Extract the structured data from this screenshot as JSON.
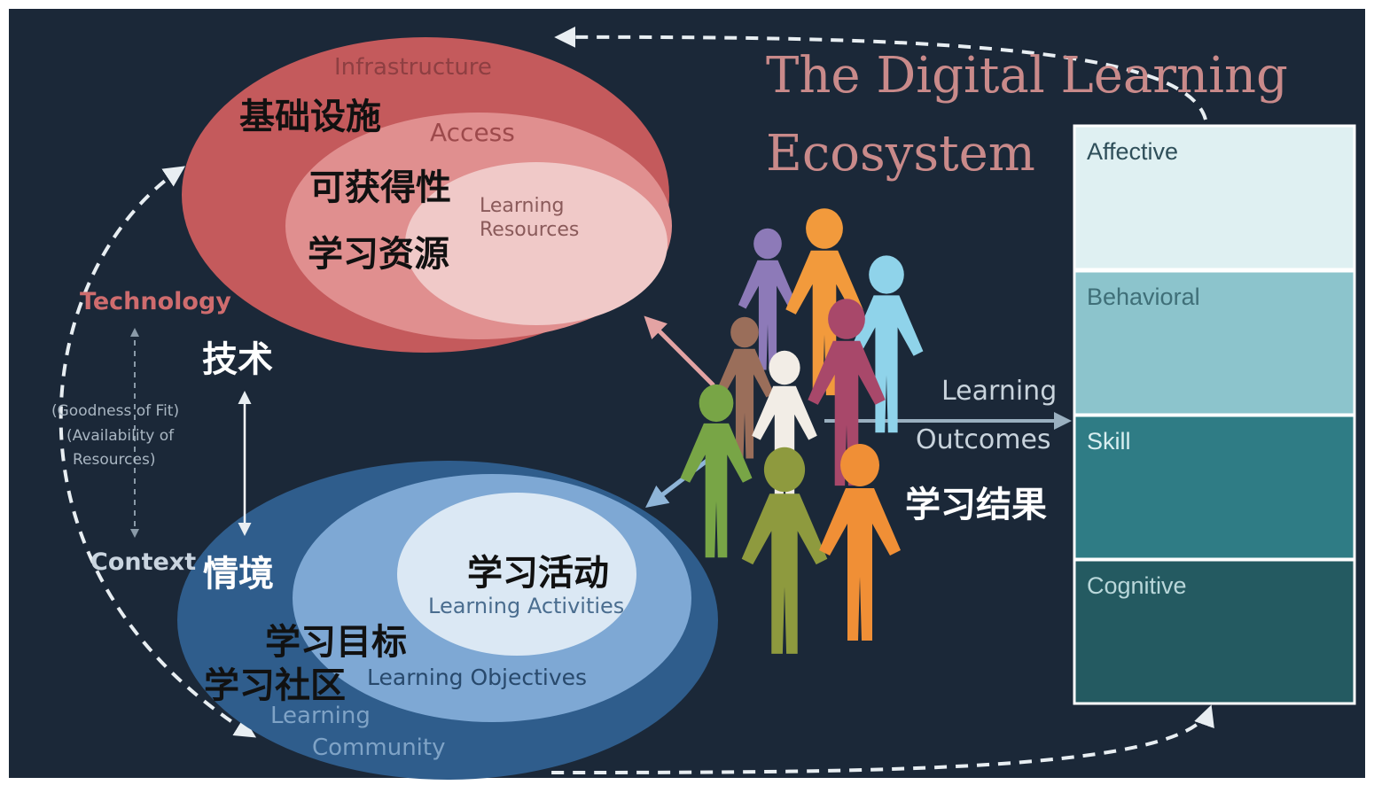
{
  "title": {
    "line1": "The Digital Learning",
    "line2": "Ecosystem"
  },
  "technology_ellipse": {
    "outer_label": "Infrastructure",
    "middle_label": "Access",
    "inner_label_line1": "Learning",
    "inner_label_line2": "Resources",
    "cn_outer": "基础设施",
    "cn_middle": "可获得性",
    "cn_inner": "学习资源"
  },
  "context_ellipse": {
    "inner_label": "Learning Activities",
    "middle_label": "Learning Objectives",
    "outer_label_line1": "Learning",
    "outer_label_line2": "Community",
    "cn_inner": "学习活动",
    "cn_middle": "学习目标",
    "cn_outer": "学习社区"
  },
  "left_axis": {
    "technology": "Technology",
    "technology_cn": "技术",
    "context": "Context",
    "context_cn": "情境",
    "fit_line1": "(Goodness of Fit)",
    "fit_line2": "(Availability of",
    "fit_line3": "Resources)"
  },
  "outcomes": {
    "line1": "Learning",
    "line2": "Outcomes",
    "cn": "学习结果"
  },
  "outcome_panels": [
    {
      "label": "Affective",
      "color": "#dff0f2",
      "text_color": "#2f4f5a"
    },
    {
      "label": "Behavioral",
      "color": "#8cc4cc",
      "text_color": "#3f6f78"
    },
    {
      "label": "Skill",
      "color": "#2f7c85",
      "text_color": "#d9eef0"
    },
    {
      "label": "Cognitive",
      "color": "#245a61",
      "text_color": "#b9d7da"
    }
  ],
  "colors": {
    "background": "#1b2838",
    "tech_outer": "#c45a5c",
    "tech_middle": "#e08f8f",
    "tech_inner": "#f0c9c8",
    "ctx_outer": "#2f5d8c",
    "ctx_middle": "#7ea8d4",
    "ctx_inner": "#dbe8f4"
  }
}
